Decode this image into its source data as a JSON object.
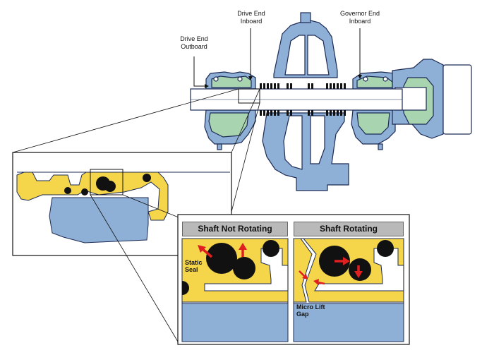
{
  "labels": {
    "drive_end_outboard": "Drive End\nOutboard",
    "drive_end_inboard": "Drive End\nInboard",
    "governor_end_inboard": "Governor End\nInboard"
  },
  "panels": {
    "left_title": "Shaft Not Rotating",
    "right_title": "Shaft Rotating",
    "static_seal": "Static\nSeal",
    "micro_lift_gap": "Micro Lift\nGap"
  },
  "colors": {
    "casing_blue": "#8fb0d6",
    "outline": "#1c2a55",
    "seal_green": "#a9d4b0",
    "seal_yellow": "#f5d54a",
    "shaft_white": "#ffffff",
    "arrow_red": "#e02020",
    "panel_header": "#b9b9b9"
  }
}
